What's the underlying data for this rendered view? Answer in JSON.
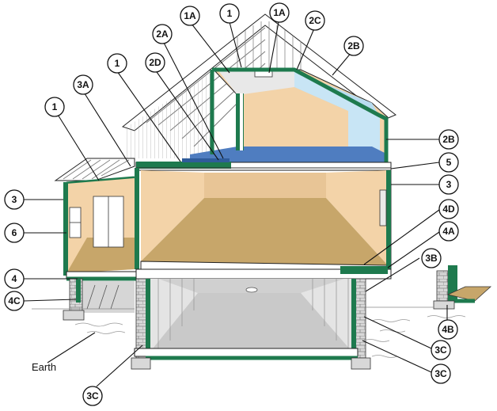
{
  "diagram": {
    "labels": {
      "l_1_top": "1",
      "l_1a_left": "1A",
      "l_1a_right": "1A",
      "l_2c": "2C",
      "l_2a": "2A",
      "l_2b_top": "2B",
      "l_1_mid": "1",
      "l_2d": "2D",
      "l_3a": "3A",
      "l_1_left": "1",
      "l_2b_right": "2B",
      "l_5": "5",
      "l_3_right": "3",
      "l_3_left": "3",
      "l_6": "6",
      "l_4d": "4D",
      "l_4a": "4A",
      "l_3b": "3B",
      "l_4": "4",
      "l_4c": "4C",
      "l_4b": "4B",
      "l_3c_upper": "3C",
      "l_3c_lower": "3C",
      "l_3c_bottom": "3C"
    },
    "earth_label": "Earth",
    "colors": {
      "insulation": "#1e7a4e",
      "wall_interior": "#f3d3a8",
      "floor": "#c7a66a",
      "attic_floor": "#4f7dc0",
      "attic_wall": "#b8dcf0",
      "basement": "#c9c9c9",
      "roof_lines": "#777777"
    }
  }
}
